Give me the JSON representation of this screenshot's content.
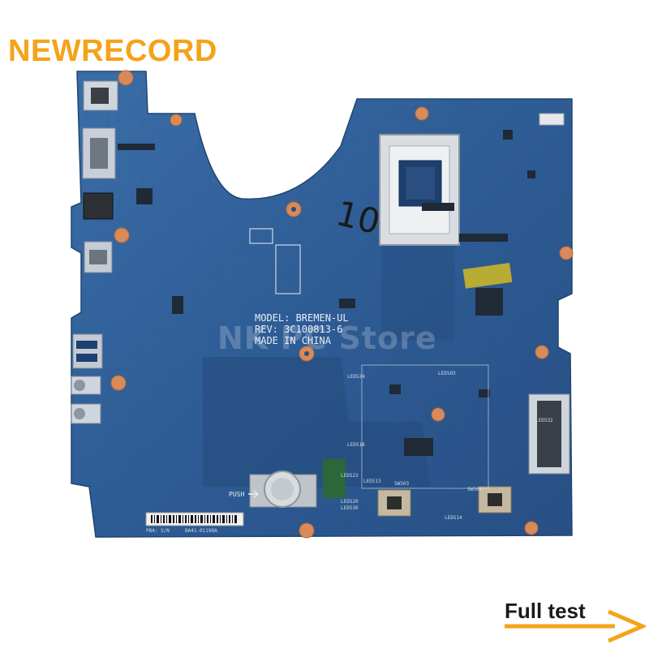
{
  "brand": {
    "text": "NEWRECORD",
    "color": "#f5a31a"
  },
  "board": {
    "model_line": "MODEL: BREMEN-UL",
    "rev_line": "REV: 3C100813-6",
    "made_line": "MADE IN CHINA",
    "handwritten": "10",
    "push_label": "PUSH",
    "led_labels": [
      "LED524",
      "LED518",
      "LED520",
      "LED523",
      "LED530",
      "LED513",
      "LED514",
      "SW503",
      "SW504",
      "LED532",
      "LED503"
    ],
    "barcode_text": "BA41-01198A",
    "serial_text": "PBA: S/N",
    "color": "#2f5f9a"
  },
  "watermark": "NK PC Store",
  "footer": {
    "full_test": "Full test",
    "arrow_color": "#f5a31a"
  }
}
